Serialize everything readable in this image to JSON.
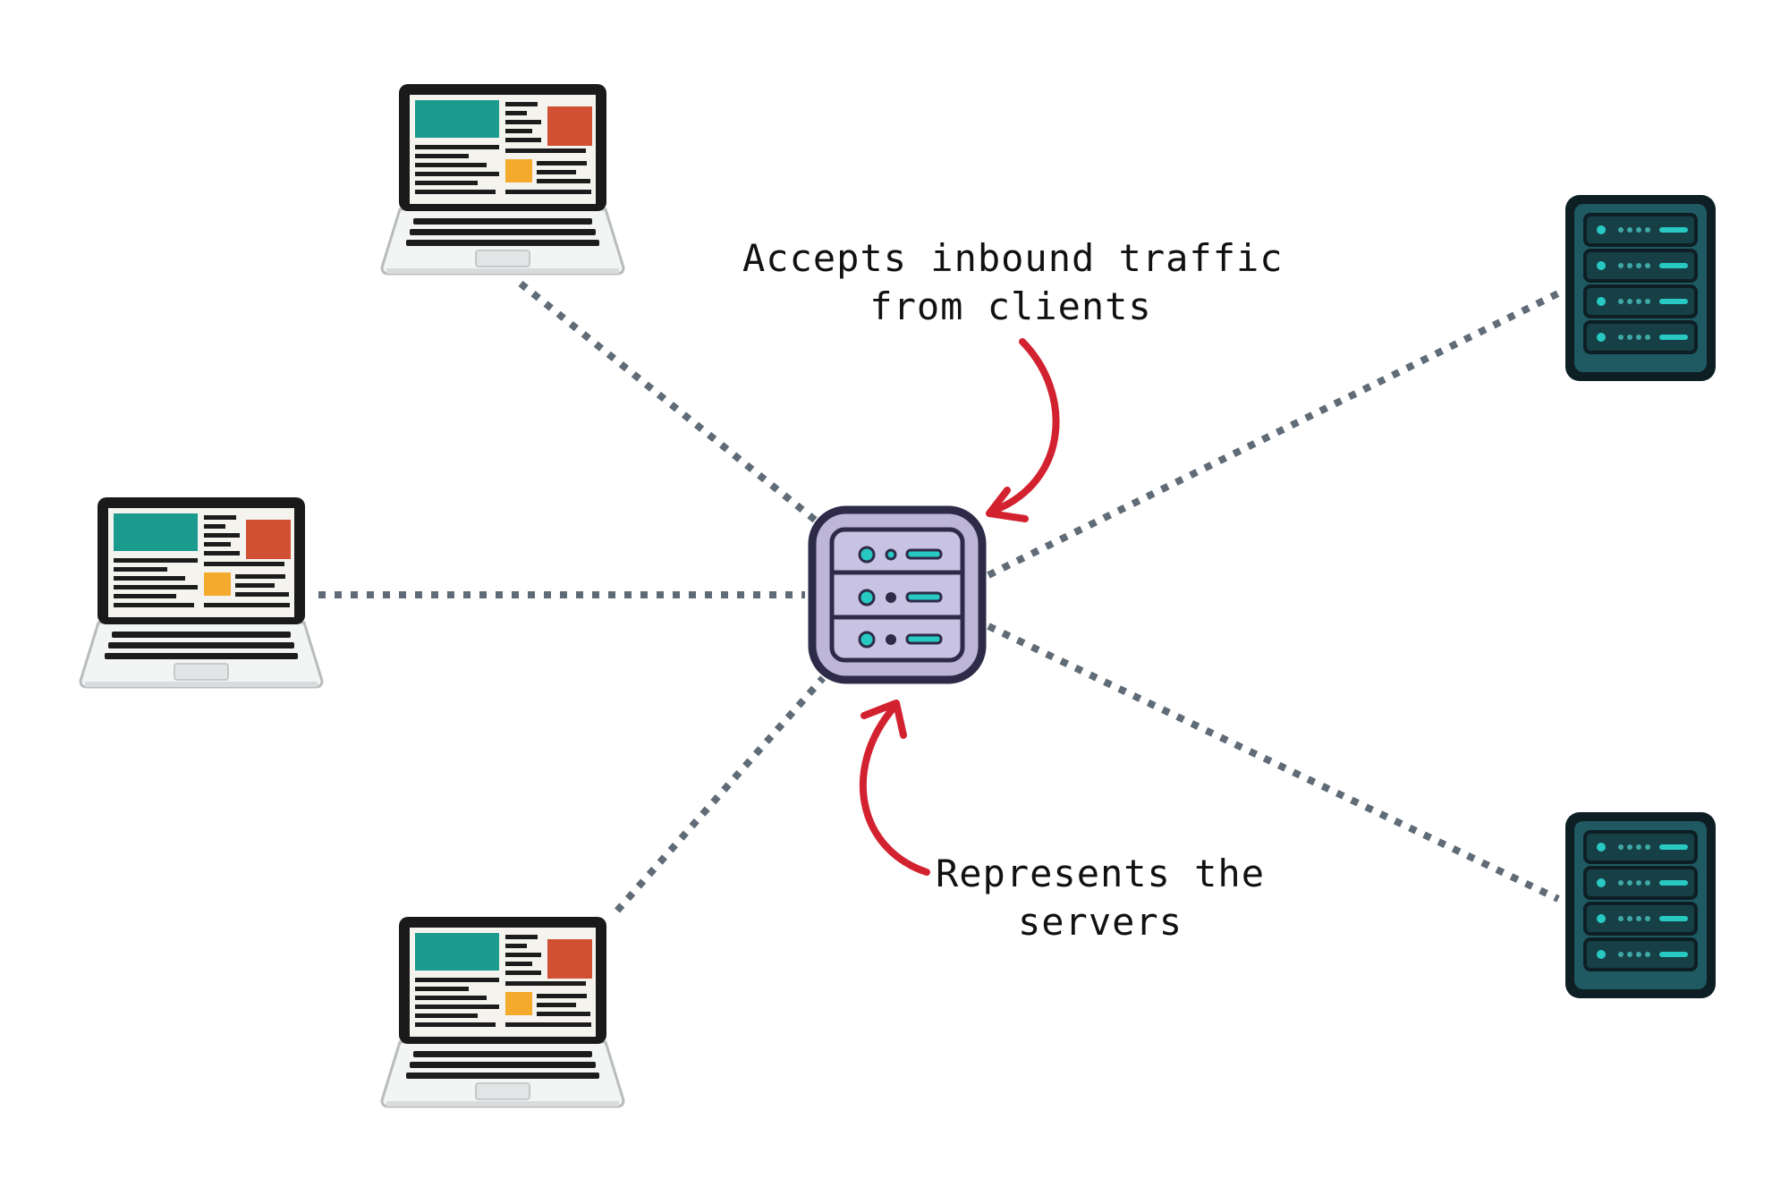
{
  "annotations": {
    "proxy": {
      "line1": "Accepts inbound traffic",
      "line2": "from clients"
    },
    "servers": {
      "line1": "Represents the",
      "line2": "servers"
    }
  },
  "colors": {
    "connector": "#5f6b76",
    "arrow": "#d3222f",
    "proxy_fill": "#bdb6d9",
    "proxy_border": "#2e2b48",
    "server_fill": "#1f5a62",
    "server_border": "#0d1f24",
    "led": "#27c9c2",
    "screen_teal": "#1b9a8e",
    "screen_red": "#d14f32",
    "screen_yellow": "#f4aa2c"
  },
  "icons": {
    "client": "laptop-icon",
    "proxy": "proxy-server-icon",
    "backend": "server-rack-icon"
  }
}
